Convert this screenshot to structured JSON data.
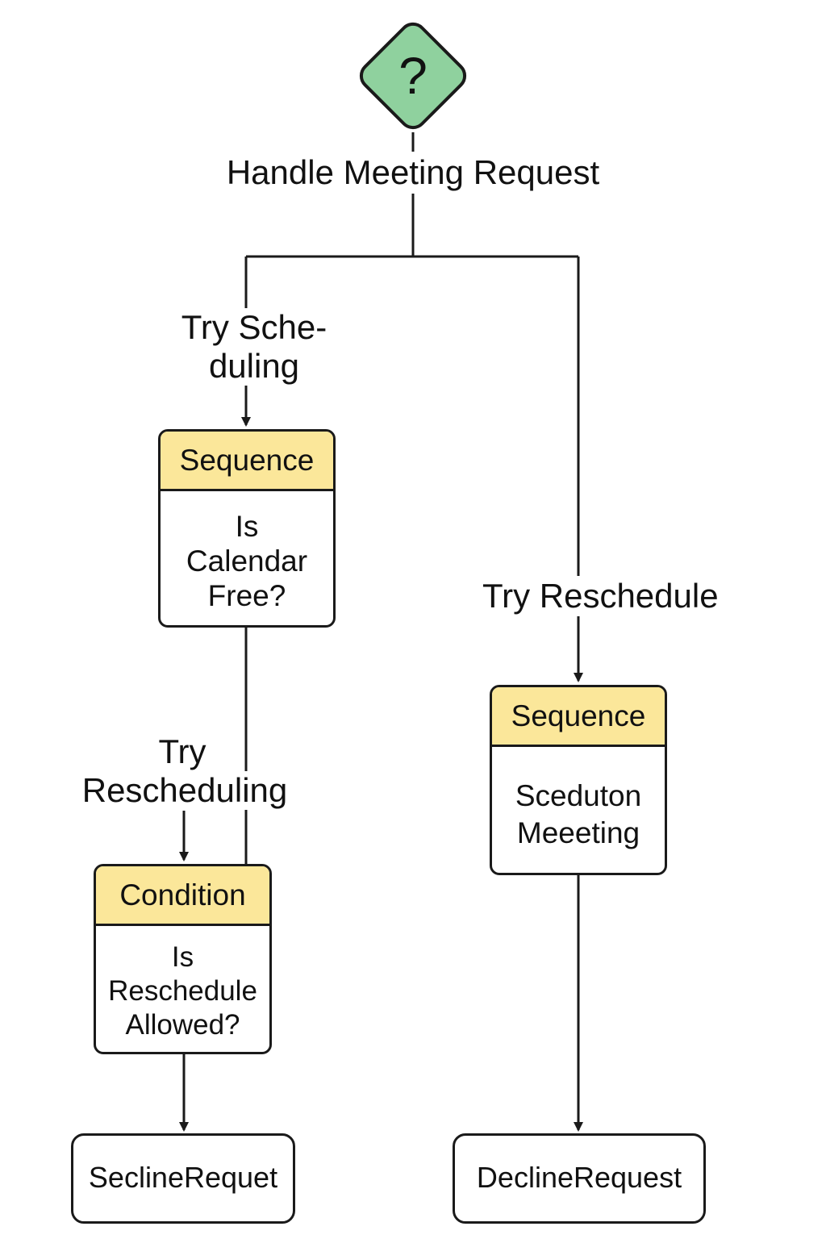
{
  "root": {
    "title": "Handle Meeting Request",
    "symbol": "?",
    "icon": "selector-diamond-icon",
    "color": "#8fd19e"
  },
  "branch_left": {
    "label_line1": "Try Sche-",
    "label_line2": "duling",
    "node": {
      "kind": "Sequence",
      "text": "Is\nCalendar\nFree?"
    }
  },
  "branch_right": {
    "label": "Try Reschedule",
    "node": {
      "kind": "Sequence",
      "text": "Sceduton\nMeeeting"
    }
  },
  "sub_branch": {
    "label_line1": "Try",
    "label_line2": "Rescheduling",
    "node": {
      "kind": "Condition",
      "text": "Is\nReschedule\nAllowed?"
    }
  },
  "leaves": {
    "left": "SeclineRequet",
    "right": "DeclineRequest"
  },
  "colors": {
    "header_fill": "#fbe79a",
    "stroke": "#1a1a1a"
  }
}
